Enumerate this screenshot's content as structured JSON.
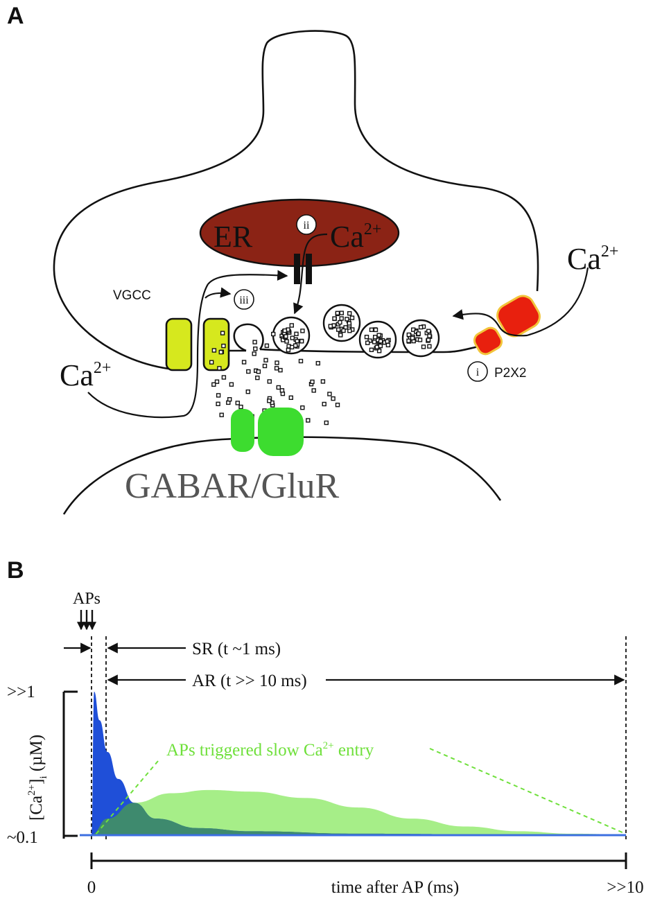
{
  "panels": {
    "a_letter": "A",
    "b_letter": "B"
  },
  "panel_a": {
    "er_label": "ER",
    "er_ca": "Ca",
    "er_ca_sup": "2+",
    "marker_ii": "ii",
    "marker_iii": "iii",
    "marker_i": "i",
    "vgcc_label": "VGCC",
    "left_ca": "Ca",
    "left_ca_sup": "2+",
    "right_ca": "Ca",
    "right_ca_sup": "2+",
    "p2x2_label": "P2X2",
    "receptor_label": "GABAR/GluR"
  },
  "colors": {
    "er_fill": "#8B2315",
    "vgcc_fill": "#D6E81E",
    "p2x2_fill": "#E8200E",
    "p2x2_border": "#F2C43A",
    "receptor_fill": "#3DDC2F",
    "fast_fill": "#1F4FD8",
    "slow_fill": "#A6EE88",
    "slow_text": "#6FE03B",
    "overlap_fill": "#3E8A6E",
    "baseline": "#3C6FE0"
  },
  "chart_data": {
    "type": "area",
    "aps_label": "APs",
    "ylabel_main": "[Ca",
    "ylabel_sup": "2+",
    "ylabel_sub": "i",
    "ylabel_units": " (µM)",
    "y_tick_top": ">>1",
    "y_tick_bottom": "~0.1",
    "x_tick_start": "0",
    "x_tick_end": ">>10",
    "xlabel": "time after AP (ms)",
    "sr_label": "SR (t ~1 ms)",
    "ar_label": "AR (t >> 10 ms)",
    "annotation_main": "APs triggered slow Ca",
    "annotation_sup": "2+",
    "annotation_end": " entry",
    "series": [
      {
        "name": "SR",
        "x": [
          0,
          0.05,
          0.15,
          0.3,
          0.5,
          0.8,
          1.2,
          2,
          3,
          5,
          7,
          10
        ],
        "y": [
          0.1,
          1.0,
          0.82,
          0.62,
          0.45,
          0.3,
          0.2,
          0.14,
          0.12,
          0.105,
          0.102,
          0.1
        ]
      },
      {
        "name": "AR",
        "x": [
          0,
          0.3,
          0.8,
          1.5,
          2.2,
          3,
          4,
          5,
          6,
          7,
          8,
          9,
          10
        ],
        "y": [
          0.1,
          0.2,
          0.3,
          0.36,
          0.38,
          0.37,
          0.33,
          0.27,
          0.2,
          0.15,
          0.12,
          0.105,
          0.1
        ]
      }
    ],
    "xlim": [
      0,
      10
    ],
    "ylim": [
      0.1,
      1.0
    ]
  }
}
